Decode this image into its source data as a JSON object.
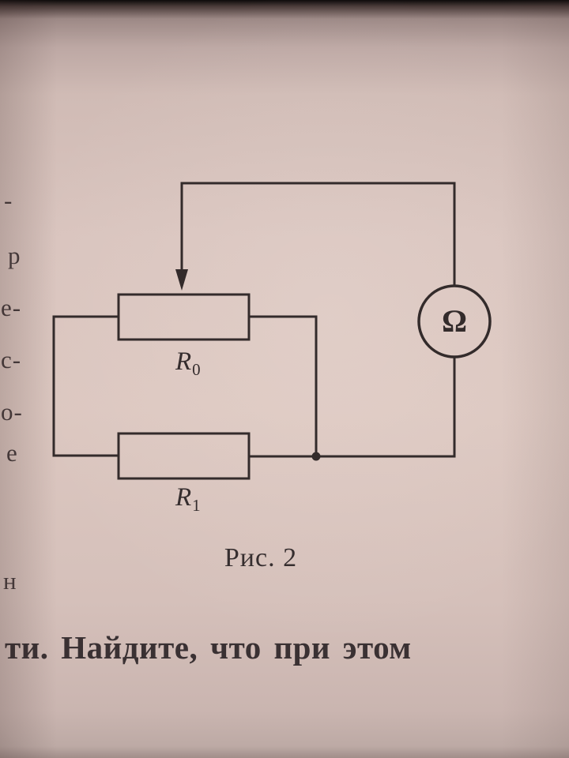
{
  "photo": {
    "caption": "Рис. 2",
    "bottom_text": "ти. Найдите, что при этом",
    "margin_fragments": [
      "-",
      "р",
      "е-",
      "с-",
      "о-",
      "е",
      "н"
    ],
    "circuit": {
      "ohmmeter_symbol": "Ω",
      "r0_label": "R",
      "r0_subscript": "0",
      "r1_label": "R",
      "r1_subscript": "1"
    },
    "colors": {
      "paper": "#d9c4be",
      "ink": "#332b2b"
    }
  }
}
